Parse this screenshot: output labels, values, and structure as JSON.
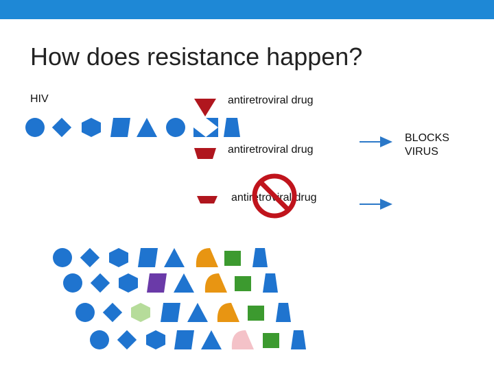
{
  "header": {
    "bar_color": "#1e88d6"
  },
  "slide": {
    "title": "How does resistance happen?",
    "virus_label": "HIV",
    "drug_label_1": "antiretroviral drug",
    "drug_label_2": "antiretroviral drug",
    "drug_label_3": "antiretroviral drug",
    "result_label": "BLOCKS VIRUS"
  },
  "colors": {
    "virus_blue": "#1f74cf",
    "drug_red": "#b0161e",
    "no_sign_red": "#c0141c",
    "arrow_blue": "#2b78c8",
    "mutation_orange": "#e89512",
    "mutation_green": "#3c9a2f",
    "mutation_purple": "#6a3aa8",
    "mutation_light_green": "#b6dc9a",
    "mutation_pink": "#f4c2c8"
  },
  "icons": [
    "drug-triangle-icon",
    "no-sign-icon",
    "arrow-right-icon",
    "virus-protein-shape-icon"
  ]
}
